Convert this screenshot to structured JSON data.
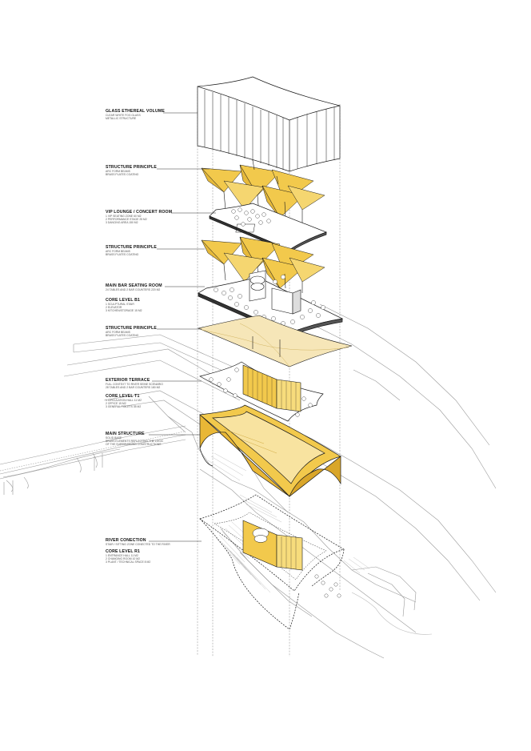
{
  "colors": {
    "accent_yellow": "#f2c94c",
    "pale_yellow": "#f6e6b8",
    "line": "#1a1a1a",
    "site_line": "#9a9a9a"
  },
  "labels": [
    {
      "title": "GLASS ETHEREAL VOLUME",
      "lines": [
        "CLEAR WHITE FOG GLASS",
        "METALLIC STRUCTURE"
      ]
    },
    {
      "title": "STRUCTURE PRINCIPLE",
      "lines": [
        "ARC FORM BEAMS",
        "BRASS PLATES COATING"
      ]
    },
    {
      "title": "VIP LOUNGE / CONCERT ROOM",
      "lines": [
        "1 VIP SEATING ZONE  60 M2",
        "2 PERFORMANCE STAGE  25 M2",
        "3 DANCING AREA  150 M2"
      ]
    },
    {
      "title": "STRUCTURE PRINCIPLE",
      "lines": [
        "ARC FORM BEAMS",
        "BRASS PLATES COATING"
      ]
    },
    {
      "title": "MAIN BAR SEATING ROOM",
      "lines": [
        "24 TABLES AND 2 BAR COUNTERS  220 M2"
      ]
    },
    {
      "title": "CORE LEVEL B1",
      "lines": [
        "1 SCULPTURAL STAIR",
        "2 ELEVATOR",
        "3 KITCHEN/STORAGE  15 M2"
      ]
    },
    {
      "title": "STRUCTURE PRINCIPLE",
      "lines": [
        "ARC FORM BEAMS",
        "BRASS PLATES COATING"
      ]
    },
    {
      "title": "EXTERIOR TERRACE",
      "lines": [
        "FULL CONTEXT TO RIVER SEINE SCENARIO",
        "28 TABLES AND 2 BAR COUNTERS  180 M2"
      ]
    },
    {
      "title": "CORE LEVEL T1",
      "lines": [
        "1 CIRCULATION HALL  11 M2",
        "2 OFFICE  15 M2",
        "3 GENERAL TOILETS  35 M2"
      ]
    },
    {
      "title": "MAIN STRUCTURE",
      "lines": [
        "SOLID BASE",
        "BRASS ELEMENTS REFLECTING THE LOGIC",
        "OF THE SURROUNDING CONSTRUCTIONS"
      ]
    },
    {
      "title": "RIVER CONECTION",
      "lines": [
        "STAIR / SITTING ZONE CONECTED TO THE RIVER"
      ]
    },
    {
      "title": "CORE LEVEL R1",
      "lines": [
        "1 ENTRANCE HALL  11 M2",
        "2 CHANGING ROOM  10 M2",
        "3 PLANT / TECHNICAL SPACE  8 M2"
      ]
    }
  ]
}
